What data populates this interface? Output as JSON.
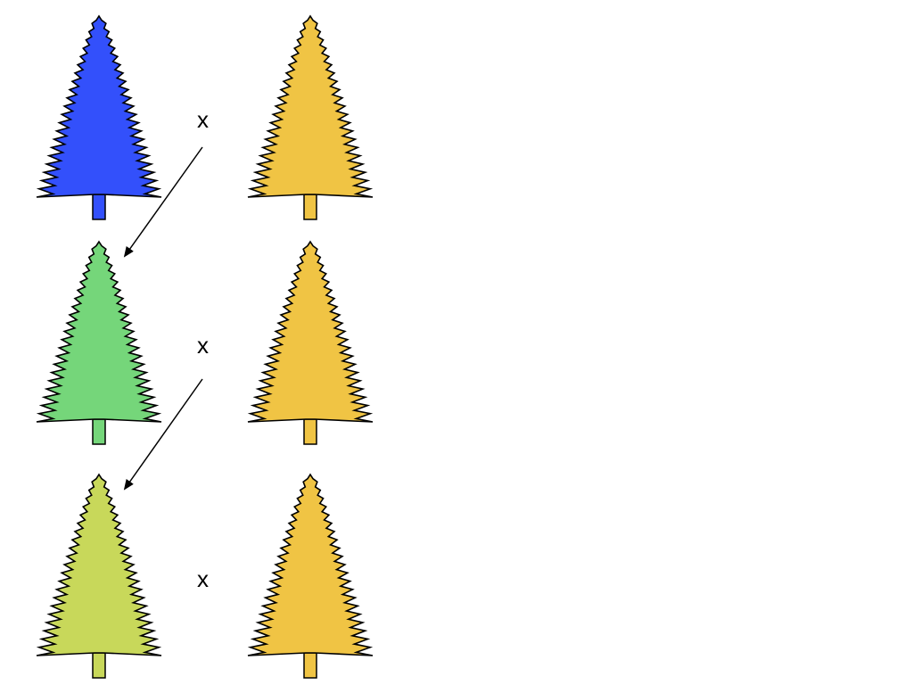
{
  "colors": {
    "blue_tree": "#3350fb",
    "green_tree": "#75d67a",
    "lime_tree": "#c8d85a",
    "gold_tree": "#f0c444",
    "outline": "#000000"
  },
  "rows": [
    {
      "left_tree": {
        "name": "blue-tree",
        "color_key": "blue_tree"
      },
      "cross_symbol": "x",
      "right_tree": {
        "name": "gold-tree",
        "color_key": "gold_tree"
      }
    },
    {
      "left_tree": {
        "name": "green-tree",
        "color_key": "green_tree"
      },
      "cross_symbol": "x",
      "right_tree": {
        "name": "gold-tree",
        "color_key": "gold_tree"
      }
    },
    {
      "left_tree": {
        "name": "lime-tree",
        "color_key": "lime_tree"
      },
      "cross_symbol": "x",
      "right_tree": {
        "name": "gold-tree",
        "color_key": "gold_tree"
      }
    }
  ],
  "arrows": [
    {
      "from_row": 0,
      "to_row": 1
    },
    {
      "from_row": 1,
      "to_row": 2
    }
  ]
}
